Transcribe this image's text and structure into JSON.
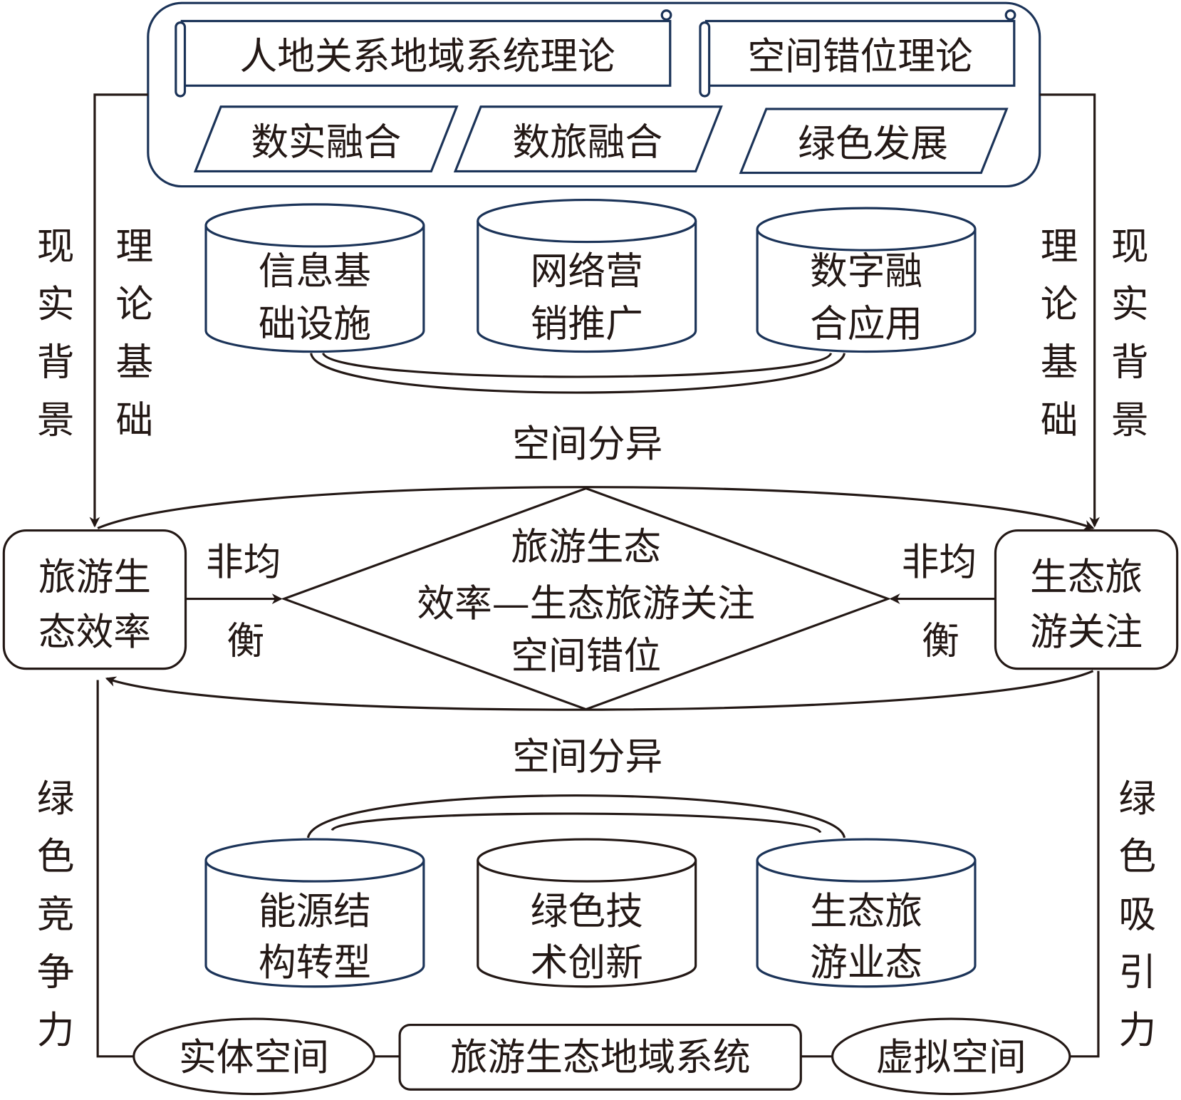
{
  "theories": {
    "scroll_1": "人地关系地域系统理论",
    "scroll_2": "空间错位理论",
    "para_1": "数实融合",
    "para_2": "数旅融合",
    "para_3": "绿色发展"
  },
  "side_labels": {
    "left_reality": [
      "现",
      "实",
      "背",
      "景"
    ],
    "left_theory": [
      "理",
      "论",
      "基",
      "础"
    ],
    "right_theory": [
      "理",
      "论",
      "基",
      "础"
    ],
    "right_reality": [
      "现",
      "实",
      "背",
      "景"
    ],
    "left_green": [
      "绿",
      "色",
      "竞",
      "争",
      "力"
    ],
    "right_green": [
      "绿",
      "色",
      "吸",
      "引",
      "力"
    ]
  },
  "top_cylinders": [
    {
      "line1": "信息基",
      "line2": "础设施"
    },
    {
      "line1": "网络营",
      "line2": "销推广"
    },
    {
      "line1": "数字融",
      "line2": "合应用"
    }
  ],
  "bottom_cylinders": [
    {
      "line1": "能源结",
      "line2": "构转型"
    },
    {
      "line1": "绿色技",
      "line2": "术创新"
    },
    {
      "line1": "生态旅",
      "line2": "游业态"
    }
  ],
  "spatial_diff_top": "空间分异",
  "spatial_diff_bottom": "空间分异",
  "left_box": {
    "line1": "旅游生",
    "line2": "态效率"
  },
  "right_box": {
    "line1": "生态旅",
    "line2": "游关注"
  },
  "imbalance_left": {
    "top": "非均",
    "bottom": "衡"
  },
  "imbalance_right": {
    "top": "非均",
    "bottom": "衡"
  },
  "diamond": {
    "line1": "旅游生态",
    "line2": "效率—生态旅游关注",
    "line3": "空间错位"
  },
  "bottom_row": {
    "physical": "实体空间",
    "system": "旅游生态地域系统",
    "virtual": "虚拟空间"
  }
}
